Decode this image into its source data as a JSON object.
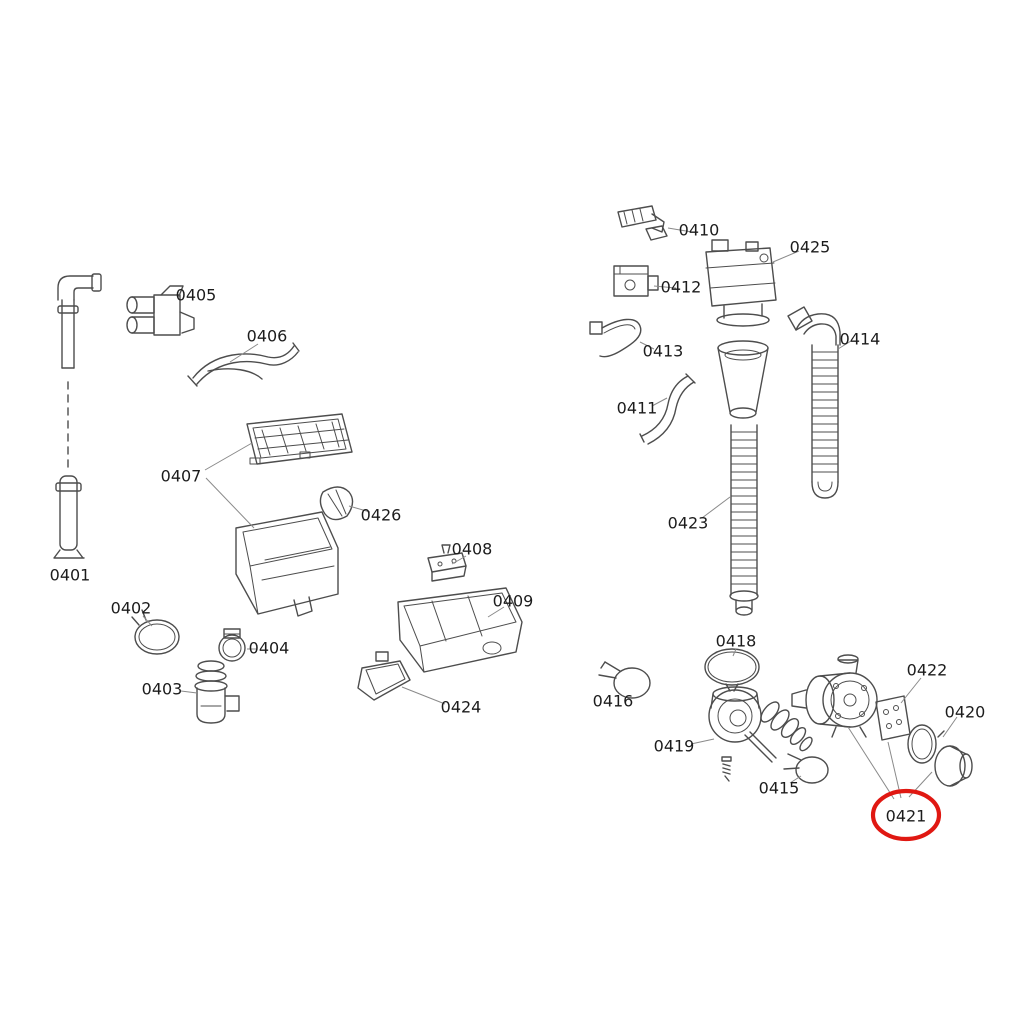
{
  "document": {
    "type": "exploded-parts-diagram",
    "description": "Appliance exploded-view parts diagram with numbered callouts, part 0421 circled in red",
    "highlighted_part": "0421"
  },
  "theme": {
    "background": "#ffffff",
    "line_color": "#4d4d4d",
    "leader_color": "#8a8a8a",
    "label_color": "#1c1c1c",
    "highlight_color": "#e01812"
  },
  "parts": [
    {
      "label": "0401"
    },
    {
      "label": "0402"
    },
    {
      "label": "0403"
    },
    {
      "label": "0404"
    },
    {
      "label": "0405"
    },
    {
      "label": "0406"
    },
    {
      "label": "0407"
    },
    {
      "label": "0408"
    },
    {
      "label": "0409"
    },
    {
      "label": "0410"
    },
    {
      "label": "0411"
    },
    {
      "label": "0412"
    },
    {
      "label": "0413"
    },
    {
      "label": "0414"
    },
    {
      "label": "0415"
    },
    {
      "label": "0416"
    },
    {
      "label": "0418"
    },
    {
      "label": "0419"
    },
    {
      "label": "0420"
    },
    {
      "label": "0421"
    },
    {
      "label": "0422"
    },
    {
      "label": "0423"
    },
    {
      "label": "0424"
    },
    {
      "label": "0425"
    },
    {
      "label": "0426"
    }
  ]
}
